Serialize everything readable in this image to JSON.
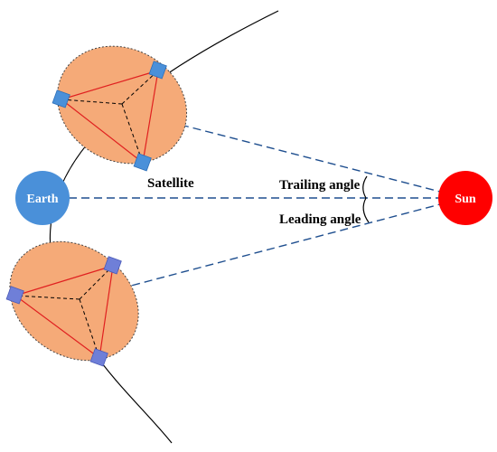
{
  "labels": {
    "earth": "Earth",
    "sun": "Sun",
    "satellite": "Satellite",
    "trailing_angle": "Trailing angle",
    "leading_angle": "Leading angle"
  },
  "colors": {
    "earth": "#4a90d9",
    "sun": "#ff0000",
    "ellipse_fill": "#f5aa78",
    "satellite_square": "#4a90d9",
    "satellite_square_lower": "#6f7fd8",
    "triangle_edge": "#e02020",
    "arm_dashed": "#000000",
    "sight_line": "#1f4f8f",
    "orbit": "#000000"
  }
}
